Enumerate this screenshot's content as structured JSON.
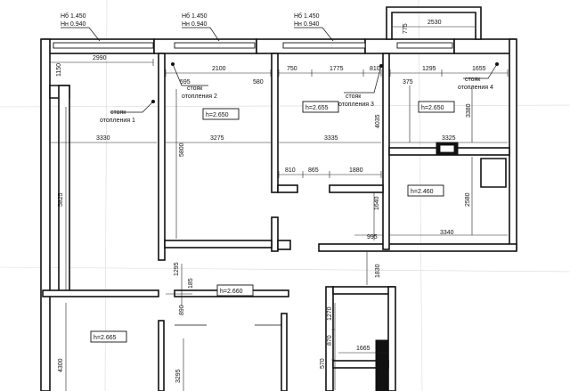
{
  "window_marks": [
    {
      "l1": "Нб 1.450",
      "l2": "Нн 0.940"
    },
    {
      "l1": "Нб 1.450",
      "l2": "Нн 0.940"
    },
    {
      "l1": "Нб 1.450",
      "l2": "Нн 0.940"
    }
  ],
  "risers": [
    {
      "line1": "стояк",
      "line2": "отопления 1"
    },
    {
      "line1": "стояк",
      "line2": "отопления 2"
    },
    {
      "line1": "стояк",
      "line2": "отопления 3"
    },
    {
      "line1": "стояк",
      "line2": "отопления 4"
    }
  ],
  "heights": [
    "h=2.650",
    "h=2.655",
    "h=2.650",
    "h=2.460",
    "h=2.660",
    "h=2.665"
  ],
  "dims": {
    "d2990": "2990",
    "d1150": "1150",
    "d2100": "2100",
    "d595": "595",
    "d580": "580",
    "d750": "750",
    "d1775": "1775",
    "d810a": "810",
    "d1295a": "1295",
    "d375": "375",
    "d1655": "1655",
    "d775": "775",
    "d2530": "2530",
    "d3380": "3380",
    "d4035": "4035",
    "d3330": "3330",
    "d3275": "3275",
    "d3335": "3335",
    "d3325": "3325",
    "d5800": "5800",
    "d5825": "5825",
    "d810b": "810",
    "d865": "865",
    "d1880": "1880",
    "d2580": "2580",
    "d1640": "1640",
    "d995": "995",
    "d3340": "3340",
    "d1295b": "1295",
    "d185": "185",
    "d890": "890",
    "d1830": "1830",
    "d1270": "1270",
    "d870": "870",
    "d570": "570",
    "d1665": "1665",
    "d4300": "4300",
    "d3295": "3295"
  }
}
